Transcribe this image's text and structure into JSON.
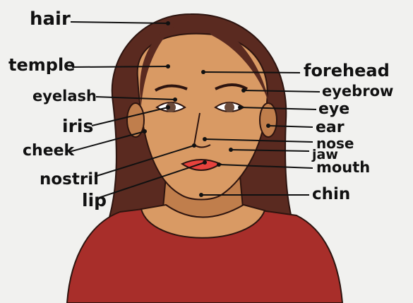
{
  "labels": {
    "hair": "hair",
    "temple": "temple",
    "eyelash": "eyelash",
    "iris": "iris",
    "cheek": "cheek",
    "nostril": "nostril",
    "lip": "lip",
    "forehead": "forehead",
    "eyebrow": "eyebrow",
    "eye": "eye",
    "ear": "ear",
    "nose": "nose",
    "jaw": "jaw",
    "mouth": "mouth",
    "chin": "chin"
  },
  "colors": {
    "background": "#f1f1ef",
    "hair": "#5a2a20",
    "skin": "#d99a64",
    "skin_shadow": "#c07e4c",
    "top": "#a82e2a",
    "lips": "#e6423d",
    "leader_lines": "#111111"
  }
}
